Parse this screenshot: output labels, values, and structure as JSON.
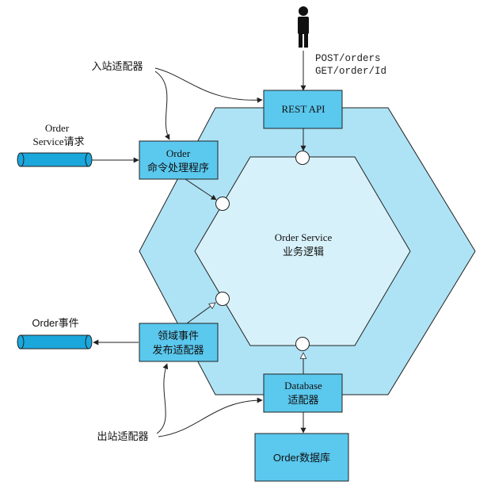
{
  "api": {
    "requests": [
      "POST/orders",
      "GET/order/Id"
    ],
    "box_label": "REST API"
  },
  "core": {
    "title": "Order Service",
    "subtitle": "业务逻辑"
  },
  "inbound": {
    "label": "入站适配器",
    "handler_line1": "Order",
    "handler_line2": "命令处理程序",
    "channel_line1": "Order",
    "channel_line2": "Service请求"
  },
  "outbound": {
    "label": "出站适配器",
    "publisher_line1": "领域事件",
    "publisher_line2": "发布适配器",
    "events_channel": "Order事件",
    "db_adapter_line1": "Database",
    "db_adapter_line2": "适配器",
    "database": "Order数据库"
  },
  "colors": {
    "outer_hex": "#aee3f5",
    "inner_hex": "#d7f1fa",
    "box_fill": "#5bc8ee",
    "channel_fill": "#1aa7dc",
    "stroke": "#222222"
  }
}
